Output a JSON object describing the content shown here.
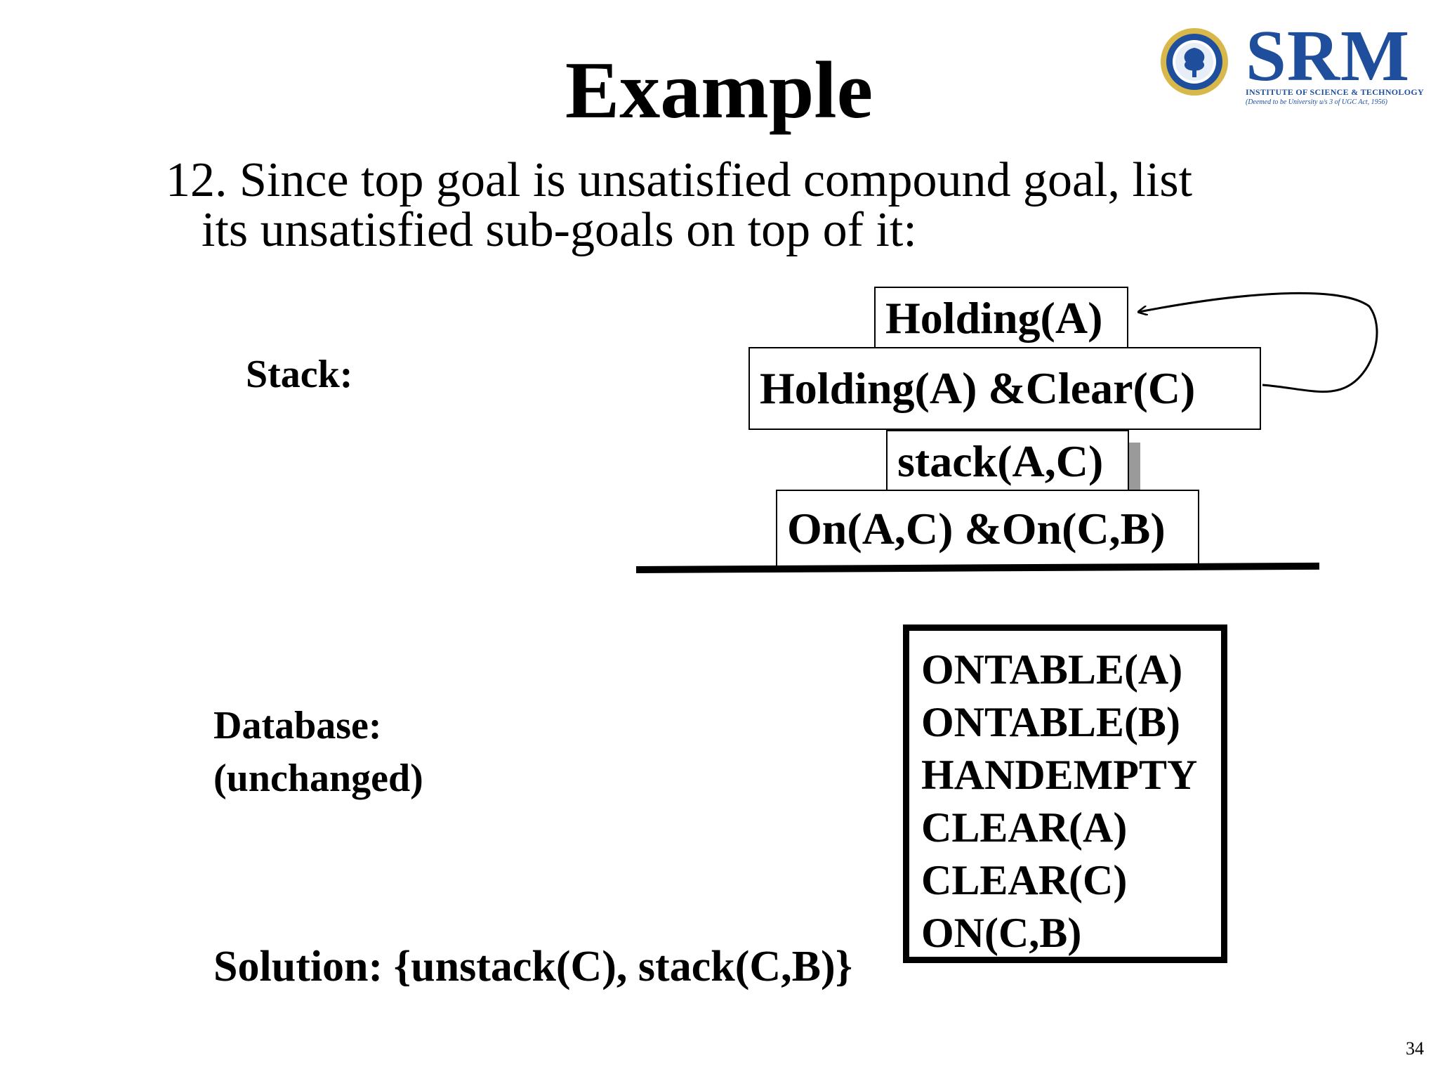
{
  "slide": {
    "title": "Example",
    "step_line1": "12. Since top goal is unsatisfied compound goal, list",
    "step_line2": "its unsatisfied sub-goals on top of it:",
    "page_number": "34"
  },
  "logo": {
    "name": "SRM",
    "subtitle": "INSTITUTE OF SCIENCE & TECHNOLOGY",
    "tagline": "(Deemed to be University u/s 3 of UGC Act, 1956)",
    "colors": {
      "primary": "#1f4e9c",
      "ring": "#d8b84a"
    }
  },
  "stack": {
    "label": "Stack:",
    "items": [
      "Holding(A)",
      "Holding(A) &Clear(C)",
      "stack(A,C)",
      "On(A,C) &On(C,B)"
    ]
  },
  "database": {
    "label": "Database:",
    "note": "(unchanged)",
    "facts": [
      "ONTABLE(A)",
      "ONTABLE(B)",
      "HANDEMPTY",
      "CLEAR(A)",
      "CLEAR(C)",
      "ON(C,B)"
    ]
  },
  "solution": {
    "text": "Solution: {unstack(C), stack(C,B)}"
  }
}
